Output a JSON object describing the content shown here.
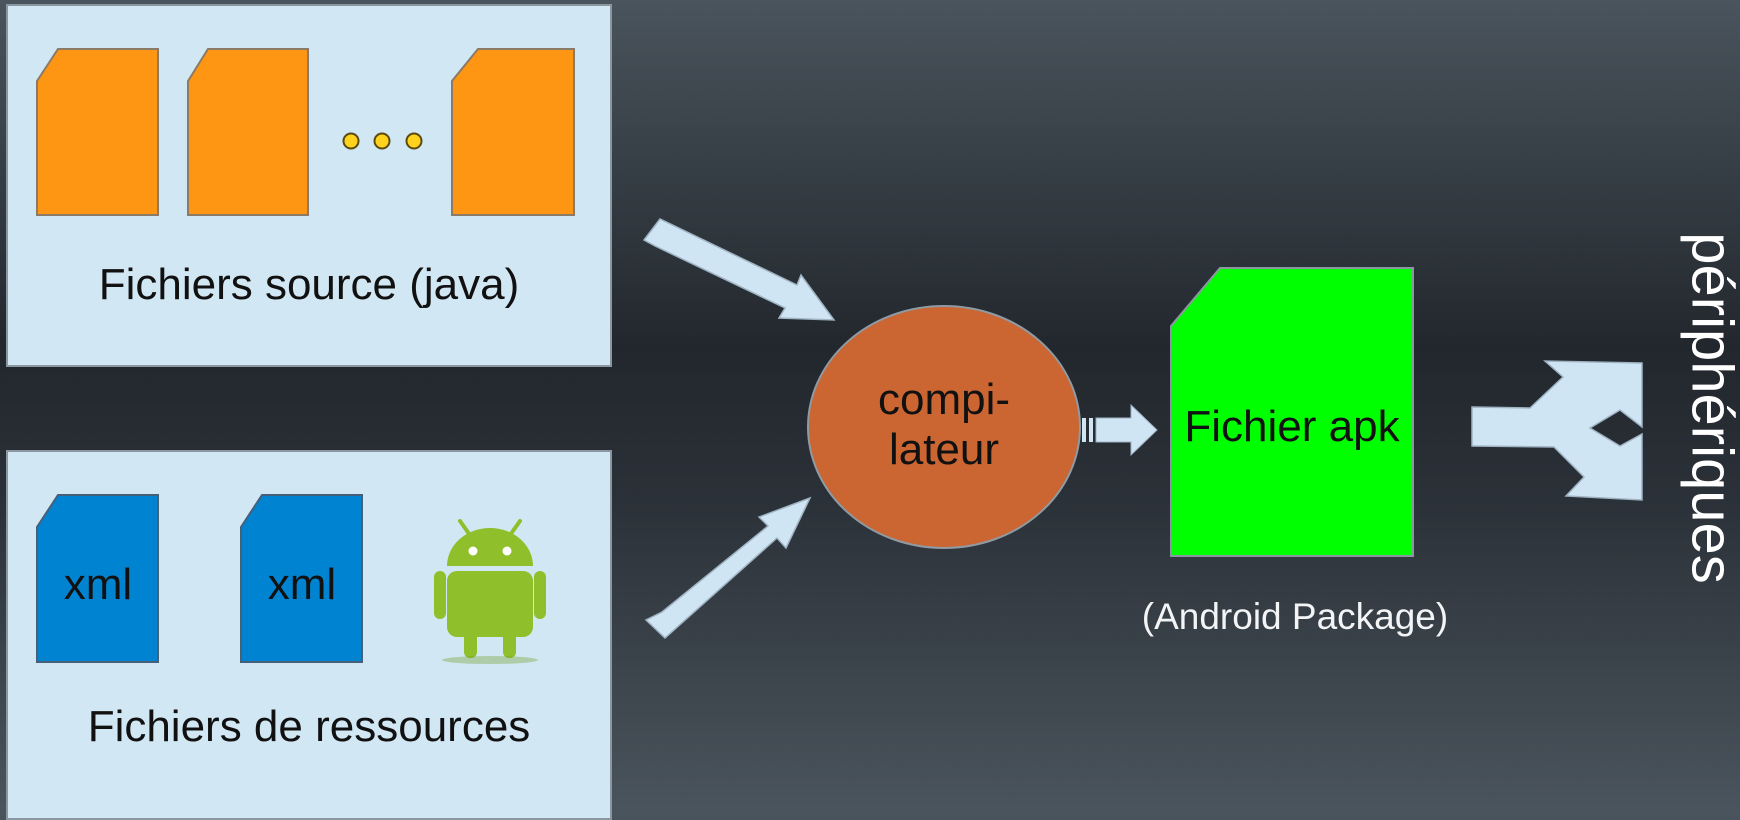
{
  "source_panel": {
    "label": "Fichiers source (java)",
    "ellipsis": "●●●"
  },
  "resources_panel": {
    "label": "Fichiers de ressources",
    "file1": "xml",
    "file2": "xml"
  },
  "compiler": {
    "line1": "compi-",
    "line2": "lateur"
  },
  "apk": {
    "label": "Fichier apk",
    "subtitle": "(Android Package)"
  },
  "devices_label": "périphériques",
  "icons": [
    "java-file-icon",
    "xml-file-icon",
    "android-icon"
  ],
  "colors": {
    "panel": "#d2e7f4",
    "java_file": "#fe9613",
    "xml_file": "#0084d1",
    "compiler": "#cb6532",
    "apk": "#00ff00",
    "arrow": "#cfe5f3",
    "android": "#8fbf2a"
  }
}
